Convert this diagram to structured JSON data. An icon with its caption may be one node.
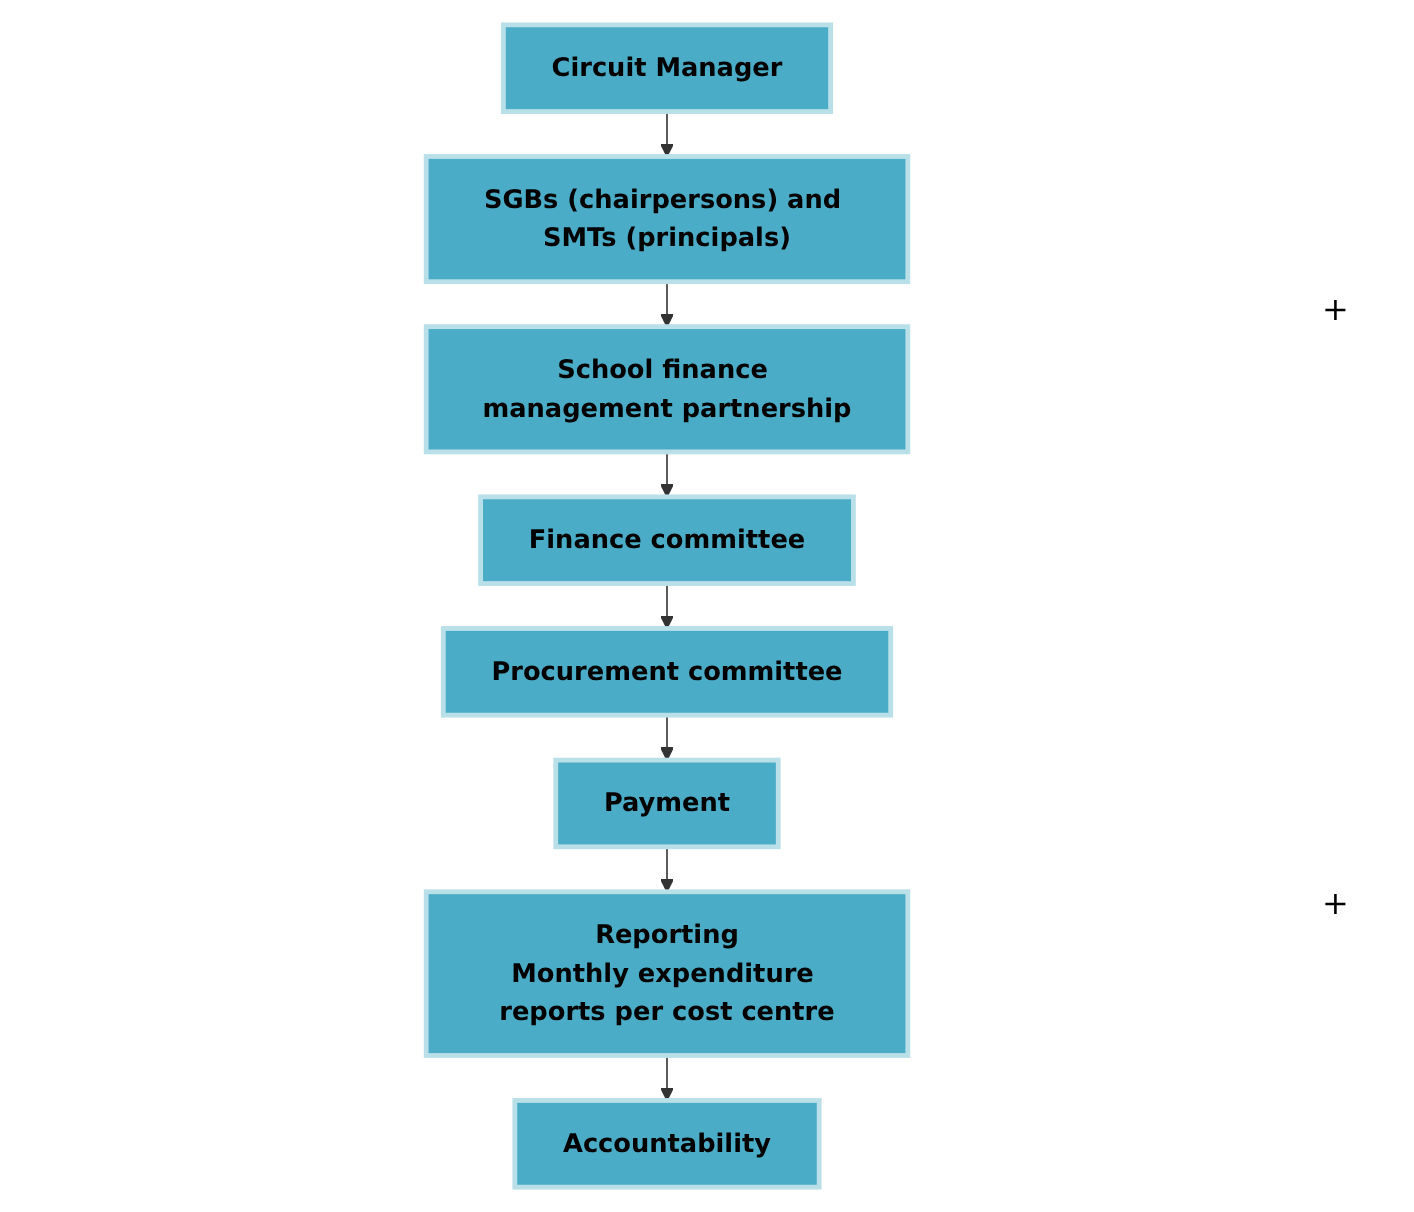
{
  "diagram": {
    "nodes": [
      {
        "text": [
          "Circuit Manager"
        ]
      },
      {
        "text": [
          "SGBs (chairpersons) and SMTs (principals)"
        ]
      },
      {
        "text": [
          "School finance management partnership"
        ]
      },
      {
        "text": [
          "Finance committee"
        ]
      },
      {
        "text": [
          "Procurement committee"
        ]
      },
      {
        "text": [
          "Payment"
        ]
      },
      {
        "text": [
          "Reporting",
          "Monthly expenditure reports per cost centre"
        ]
      },
      {
        "text": [
          "Accountability"
        ]
      }
    ],
    "edges": [
      {
        "from": 0,
        "to": 1,
        "arrow": "to"
      },
      {
        "from": 1,
        "to": 2,
        "arrow": "to"
      },
      {
        "from": 2,
        "to": 3,
        "arrow": "to"
      },
      {
        "from": 3,
        "to": 4,
        "arrow": "to"
      },
      {
        "from": 4,
        "to": 5,
        "arrow": "to"
      },
      {
        "from": 5,
        "to": 6,
        "arrow": "to"
      },
      {
        "from": 6,
        "to": 7,
        "arrow": "to"
      }
    ],
    "labels": [
      "+",
      "+"
    ]
  }
}
